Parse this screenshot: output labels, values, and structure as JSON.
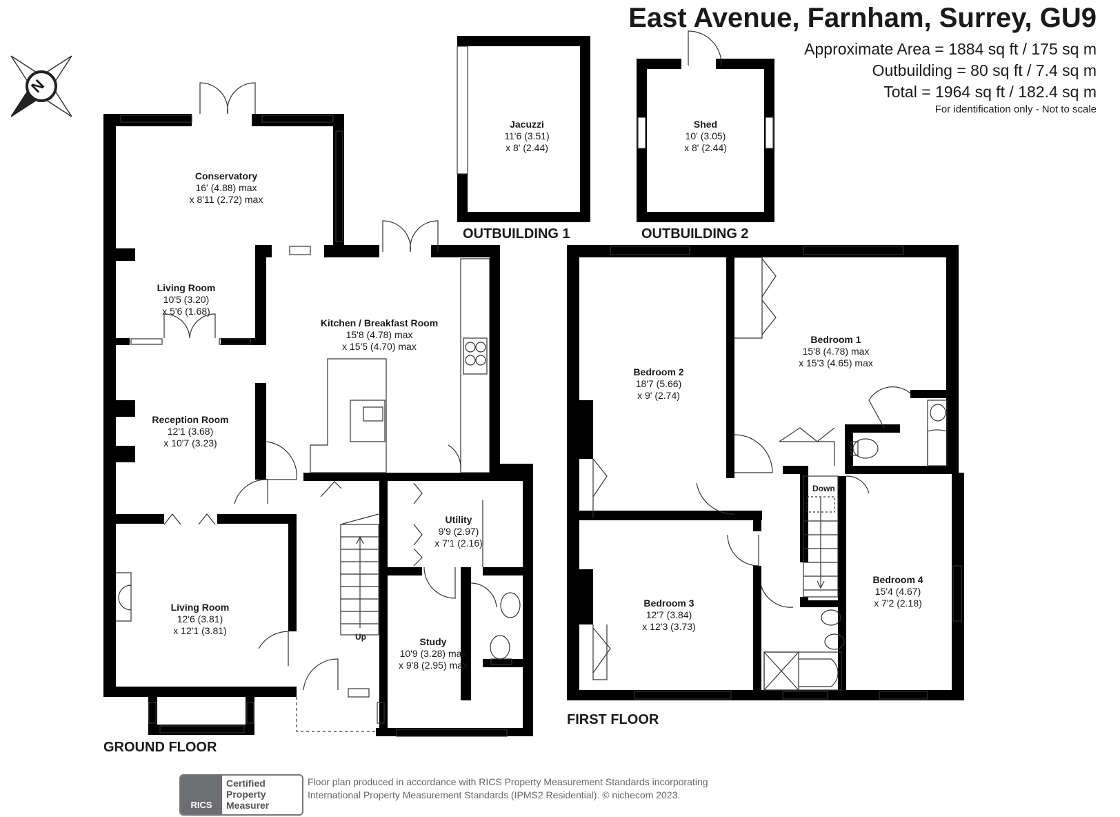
{
  "header": {
    "title": "East Avenue, Farnham, Surrey, GU9",
    "areas": [
      "Approximate Area = 1884 sq ft / 175 sq m",
      "Outbuilding = 80 sq ft / 7.4 sq m",
      "Total = 1964 sq ft / 182.4 sq m"
    ],
    "note": "For identification only - Not to scale"
  },
  "compass": {
    "label": "N"
  },
  "floors": {
    "ground": "GROUND FLOOR",
    "first": "FIRST FLOOR",
    "outbuilding1": "OUTBUILDING 1",
    "outbuilding2": "OUTBUILDING 2"
  },
  "rooms": {
    "conservatory": {
      "name": "Conservatory",
      "dim1": "16' (4.88) max",
      "dim2": "x 8'11 (2.72) max"
    },
    "living_upper": {
      "name": "Living Room",
      "dim1": "10'5 (3.20)",
      "dim2": "x 5'6 (1.68)"
    },
    "kitchen": {
      "name": "Kitchen / Breakfast Room",
      "dim1": "15'8 (4.78) max",
      "dim2": "x 15'5 (4.70) max"
    },
    "reception": {
      "name": "Reception Room",
      "dim1": "12'1 (3.68)",
      "dim2": "x 10'7 (3.23)"
    },
    "utility": {
      "name": "Utility",
      "dim1": "9'9 (2.97)",
      "dim2": "x 7'1 (2.16)"
    },
    "living_lower": {
      "name": "Living Room",
      "dim1": "12'6 (3.81)",
      "dim2": "x 12'1 (3.81)"
    },
    "study": {
      "name": "Study",
      "dim1": "10'9 (3.28) max",
      "dim2": "x 9'8 (2.95) max"
    },
    "jacuzzi": {
      "name": "Jacuzzi",
      "dim1": "11'6 (3.51)",
      "dim2": "x 8' (2.44)"
    },
    "shed": {
      "name": "Shed",
      "dim1": "10' (3.05)",
      "dim2": "x 8' (2.44)"
    },
    "bedroom1": {
      "name": "Bedroom 1",
      "dim1": "15'8 (4.78) max",
      "dim2": "x 15'3 (4.65) max"
    },
    "bedroom2": {
      "name": "Bedroom 2",
      "dim1": "18'7 (5.66)",
      "dim2": "x 9' (2.74)"
    },
    "bedroom3": {
      "name": "Bedroom 3",
      "dim1": "12'7 (3.84)",
      "dim2": "x 12'3 (3.73)"
    },
    "bedroom4": {
      "name": "Bedroom 4",
      "dim1": "15'4 (4.67)",
      "dim2": "x 7'2 (2.18)"
    }
  },
  "stairs": {
    "up": "Up",
    "down": "Down"
  },
  "footer": {
    "badge_logo": "RICS",
    "badge_text": [
      "Certified",
      "Property",
      "Measurer"
    ],
    "line1": "Floor plan produced in accordance with RICS Property Measurement Standards incorporating",
    "line2": "International Property Measurement Standards (IPMS2 Residential).  © nichecom 2023."
  }
}
